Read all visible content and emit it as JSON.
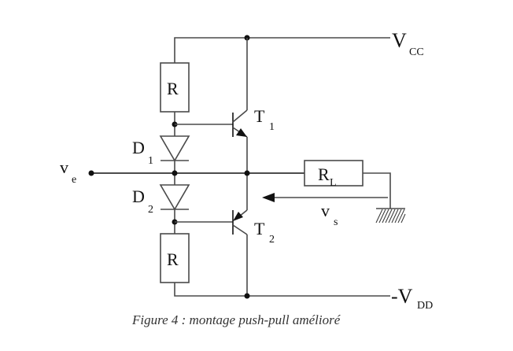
{
  "diagram": {
    "labels": {
      "vcc_main": "V",
      "vcc_sub": "CC",
      "vdd_main": "-V",
      "vdd_sub": "DD",
      "r_top": "R",
      "r_bottom": "R",
      "rl_main": "R",
      "rl_sub": "L",
      "t1_main": "T",
      "t1_sub": "1",
      "t2_main": "T",
      "t2_sub": "2",
      "d1_main": "D",
      "d1_sub": "1",
      "d2_main": "D",
      "d2_sub": "2",
      "ve_main": "v",
      "ve_sub": "e",
      "vs_main": "v",
      "vs_sub": "s"
    },
    "caption": "Figure 4 : montage push-pull amélioré"
  }
}
